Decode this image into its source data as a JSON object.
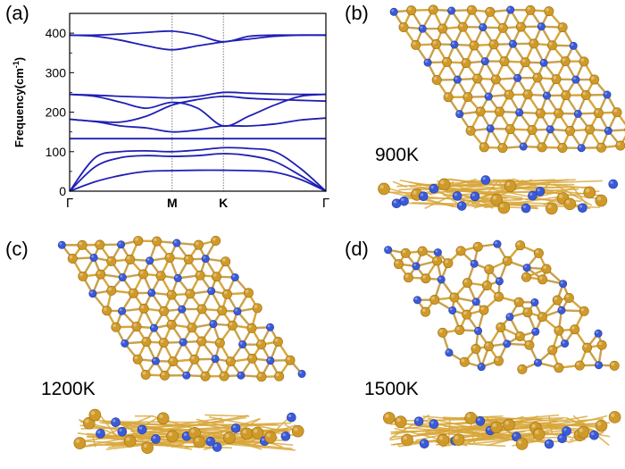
{
  "figure": {
    "panels": [
      {
        "id": "a",
        "label": "(a)"
      },
      {
        "id": "b",
        "label": "(b)",
        "temperature": "900K"
      },
      {
        "id": "c",
        "label": "(c)",
        "temperature": "1200K"
      },
      {
        "id": "d",
        "label": "(d)",
        "temperature": "1500K"
      }
    ],
    "atom_colors": {
      "gold": "#d09a28",
      "blue": "#3a5ad8"
    },
    "band_color": "#1f1fb4"
  },
  "chart_data": {
    "type": "line",
    "title": "",
    "xlabel": "",
    "ylabel": "Frequency(cm-1)",
    "ylabel_main": "Frequency(cm",
    "ylabel_sup": "-1",
    "ylabel_close": ")",
    "ylim": [
      0,
      450
    ],
    "yticks": [
      0,
      100,
      200,
      300,
      400
    ],
    "minor_yticks": [
      50,
      150,
      250,
      350
    ],
    "x": [
      0,
      0.1,
      0.2,
      0.3,
      0.4,
      0.5,
      0.6,
      0.7,
      0.8,
      0.9,
      1.0
    ],
    "xticks": [
      {
        "pos": 0,
        "label": "Γ"
      },
      {
        "pos": 0.4,
        "label": "M"
      },
      {
        "pos": 0.6,
        "label": "K"
      },
      {
        "pos": 1.0,
        "label": "Γ"
      }
    ],
    "high_symmetry_lines": [
      0.4,
      0.6
    ],
    "series": [
      {
        "values": [
          0,
          24,
          40,
          50,
          52,
          53,
          53,
          52,
          48,
          30,
          0
        ]
      },
      {
        "values": [
          0,
          62,
          85,
          90,
          88,
          90,
          95,
          90,
          75,
          40,
          0
        ]
      },
      {
        "values": [
          0,
          85,
          100,
          102,
          100,
          104,
          110,
          108,
          100,
          58,
          0
        ]
      },
      {
        "values": [
          133,
          133,
          133,
          133,
          133,
          133,
          133,
          133,
          133,
          133,
          133
        ]
      },
      {
        "values": [
          182,
          176,
          165,
          160,
          150,
          155,
          165,
          165,
          170,
          180,
          185
        ]
      },
      {
        "values": [
          182,
          177,
          175,
          190,
          218,
          232,
          240,
          235,
          232,
          230,
          228
        ]
      },
      {
        "values": [
          245,
          240,
          225,
          210,
          225,
          210,
          165,
          190,
          218,
          240,
          245
        ]
      },
      {
        "values": [
          245,
          243,
          240,
          238,
          236,
          240,
          250,
          248,
          246,
          245,
          245
        ]
      },
      {
        "values": [
          395,
          395,
          398,
          402,
          405,
          395,
          378,
          392,
          395,
          395,
          395
        ]
      },
      {
        "values": [
          395,
          392,
          382,
          368,
          358,
          368,
          378,
          385,
          392,
          395,
          395
        ]
      }
    ]
  }
}
